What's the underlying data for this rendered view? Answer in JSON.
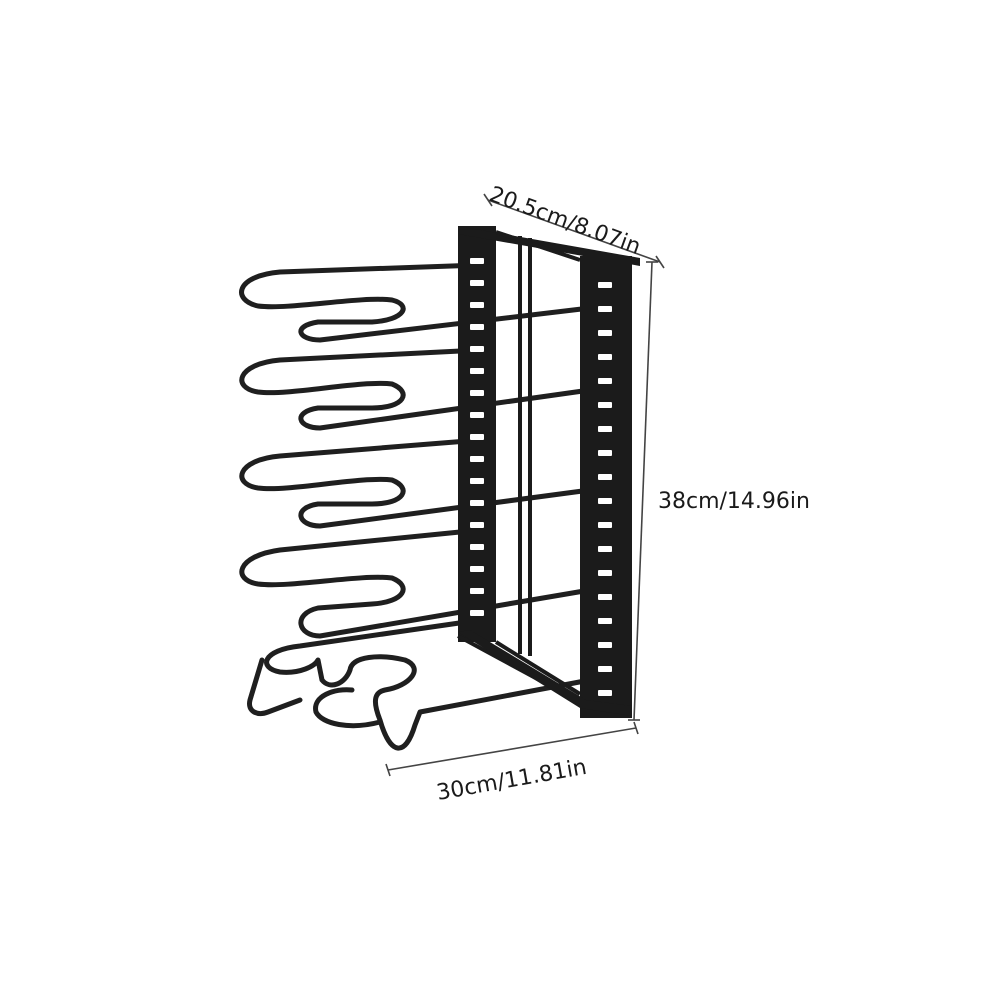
{
  "product": {
    "colors": {
      "frame": "#1b1b1b",
      "wire": "#1f1f1f",
      "dimension_line": "#444444",
      "background": "#ffffff"
    }
  },
  "dimensions": {
    "depth_label": "20.5cm/8.07in",
    "height_label": "38cm/14.96in",
    "width_label": "30cm/11.81in"
  }
}
